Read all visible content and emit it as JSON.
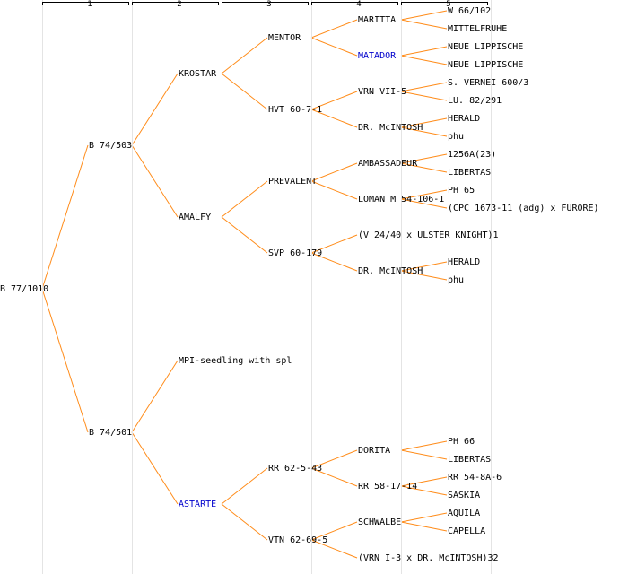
{
  "generations": [
    "1",
    "2",
    "3",
    "4",
    "5"
  ],
  "colors": {
    "edge": "#ff8c1a",
    "link": "#0000cc",
    "text": "#000000"
  },
  "root": "B 77/1010",
  "gen1": [
    "B 74/503",
    "B 74/501"
  ],
  "gen2": [
    "KROSTAR",
    "AMALFY",
    "MPI-seedling with spl",
    "ASTARTE"
  ],
  "gen3": [
    "MENTOR",
    "HVT 60-7-1",
    "PREVALENT",
    "SVP 60-179",
    "RR 62-5-43",
    "VTN 62-69-5"
  ],
  "gen4": [
    "MARITTA",
    "MATADOR",
    "VRN VII-5",
    "DR. McINTOSH",
    "AMBASSADEUR",
    "LOMAN M 54-106-1",
    "(V 24/40 x ULSTER KNIGHT)1",
    "DR. McINTOSH",
    "DORITA",
    "RR 58-17-14",
    "SCHWALBE",
    "(VRN I-3 x DR. McINTOSH)32"
  ],
  "gen5": [
    "W 66/102",
    "MITTELFRUHE",
    "NEUE LIPPISCHE",
    "NEUE LIPPISCHE",
    "S. VERNEI 600/3",
    "LU. 82/291",
    "HERALD",
    "phu",
    "1256A(23)",
    "LIBERTAS",
    "PH 65",
    "(CPC 1673-11 (adg) x FURORE)",
    "HERALD",
    "phu",
    "PH 66",
    "LIBERTAS",
    "RR 54-8A-6",
    "SASKIA",
    "AQUILA",
    "CAPELLA"
  ]
}
